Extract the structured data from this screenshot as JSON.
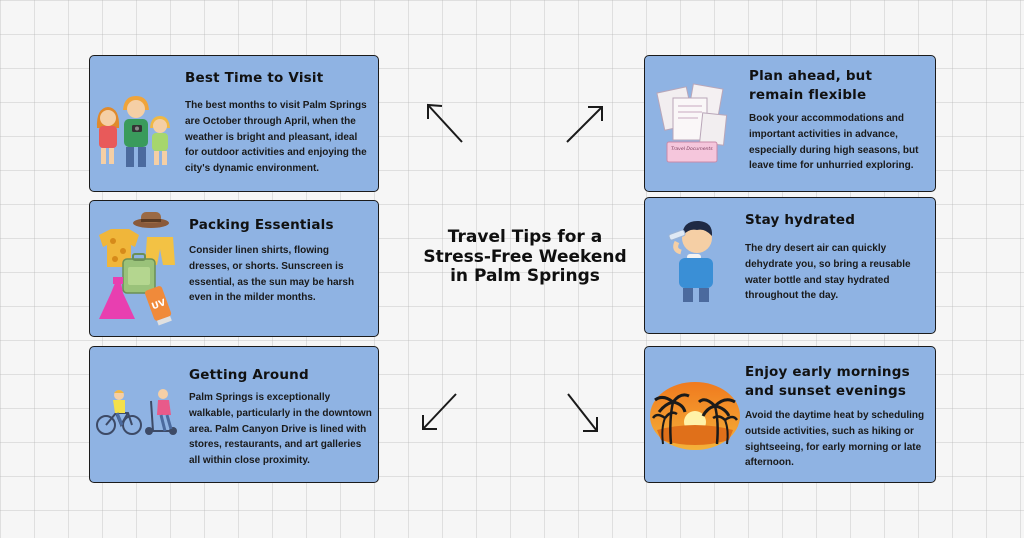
{
  "title": "Travel Tips for a Stress-Free Weekend in Palm Springs",
  "cards": {
    "best_time": {
      "heading": "Best Time to Visit",
      "body": "The best months to visit Palm Springs are October through April, when the weather is bright and pleasant, ideal for outdoor activities and enjoying the city's dynamic environment."
    },
    "packing": {
      "heading": "Packing Essentials",
      "body": "Consider linen shirts, flowing dresses, or shorts. Sunscreen is essential, as the sun may be harsh even in the milder months."
    },
    "getting_around": {
      "heading": "Getting Around",
      "body": "Palm Springs is exceptionally walkable, particularly in the downtown area. Palm Canyon Drive is lined with stores, restaurants, and art galleries all within close proximity."
    },
    "plan_ahead": {
      "heading": "Plan ahead, but remain flexible",
      "body": "Book your accommodations and important activities in advance, especially during high seasons, but leave time for unhurried exploring."
    },
    "hydrated": {
      "heading": "Stay hydrated",
      "body": "The dry desert air can quickly dehydrate you, so bring a reusable water bottle and stay hydrated throughout the day."
    },
    "mornings": {
      "heading": "Enjoy early mornings and sunset evenings",
      "body": "Avoid the daytime heat by scheduling outside activities, such as hiking or sightseeing, for early morning or late afternoon."
    }
  },
  "illustrations": {
    "family_tourists": "family-tourists-icon",
    "clothes_suitcase": "clothes-suitcase-icon",
    "cyclist_scooter": "cyclist-scooter-icon",
    "travel_documents": "travel-documents-icon",
    "boy_drinking": "boy-drinking-water-icon",
    "sunset_palms": "sunset-palms-icon",
    "sunscreen_label": "UV",
    "documents_label": "Travel Documents"
  },
  "colors": {
    "card_bg": "#8fb3e3",
    "card_border": "#1b1b1b",
    "background": "#f6f6f6"
  }
}
